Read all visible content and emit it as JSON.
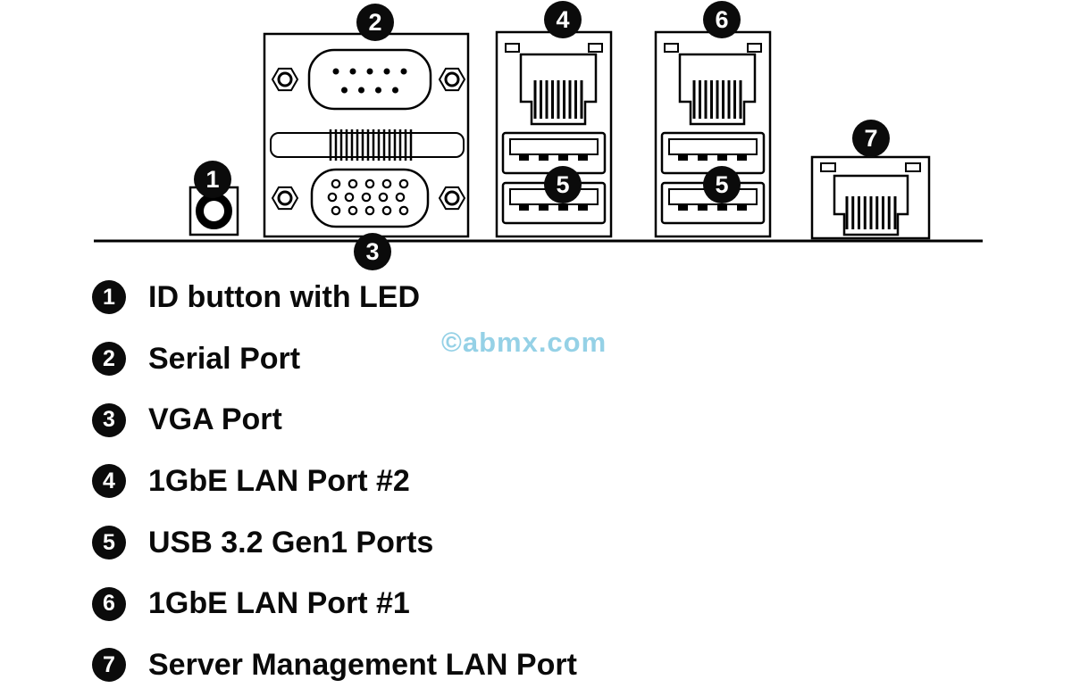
{
  "watermark": "©abmx.com",
  "callouts": {
    "c1": "1",
    "c2": "2",
    "c3": "3",
    "c4": "4",
    "c5a": "5",
    "c5b": "5",
    "c6": "6",
    "c7": "7"
  },
  "legend": {
    "items": [
      {
        "number": "1",
        "label": "ID button with LED"
      },
      {
        "number": "2",
        "label": "Serial Port"
      },
      {
        "number": "3",
        "label": "VGA Port"
      },
      {
        "number": "4",
        "label": "1GbE LAN Port #2"
      },
      {
        "number": "5",
        "label": "USB 3.2 Gen1 Ports"
      },
      {
        "number": "6",
        "label": "1GbE LAN Port #1"
      },
      {
        "number": "7",
        "label": "Server Management LAN Port"
      }
    ]
  },
  "colors": {
    "ink": "#000000",
    "watermark": "#7ac6e0"
  }
}
